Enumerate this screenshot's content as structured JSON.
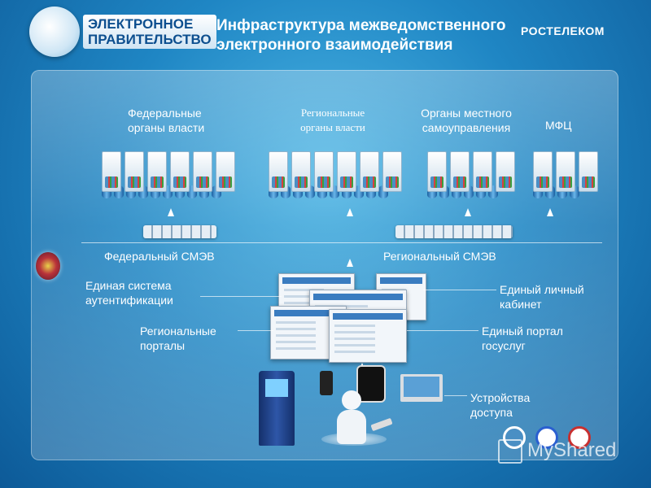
{
  "header": {
    "logo_text_line1": "ЭЛЕКТРОННОЕ",
    "logo_text_line2": "ПРАВИТЕЛЬСТВО",
    "title": "Инфраструктура межведомственного электронного взаимодействия",
    "brand": "РОСТЕЛЕКОМ"
  },
  "diagram": {
    "top_groups": [
      {
        "label": "Федеральные органы власти"
      },
      {
        "label": "Региональные органы власти"
      },
      {
        "label": "Органы местного самоуправления"
      },
      {
        "label": "МФЦ"
      }
    ],
    "buses": {
      "federal": "Федеральный СМЭВ",
      "regional": "Региональный СМЭВ"
    },
    "services": {
      "auth": "Единая система аутентификации",
      "cabinet": "Единый личный кабинет",
      "regional_portals": "Региональные порталы",
      "gosuslugi": "Единый портал госуслуг"
    },
    "access": {
      "devices": "Устройства доступа"
    }
  },
  "watermark": "MyShared",
  "colors": {
    "background": "#1f86c4",
    "text": "#ffffff",
    "logo_text": "#0d4f8f"
  }
}
